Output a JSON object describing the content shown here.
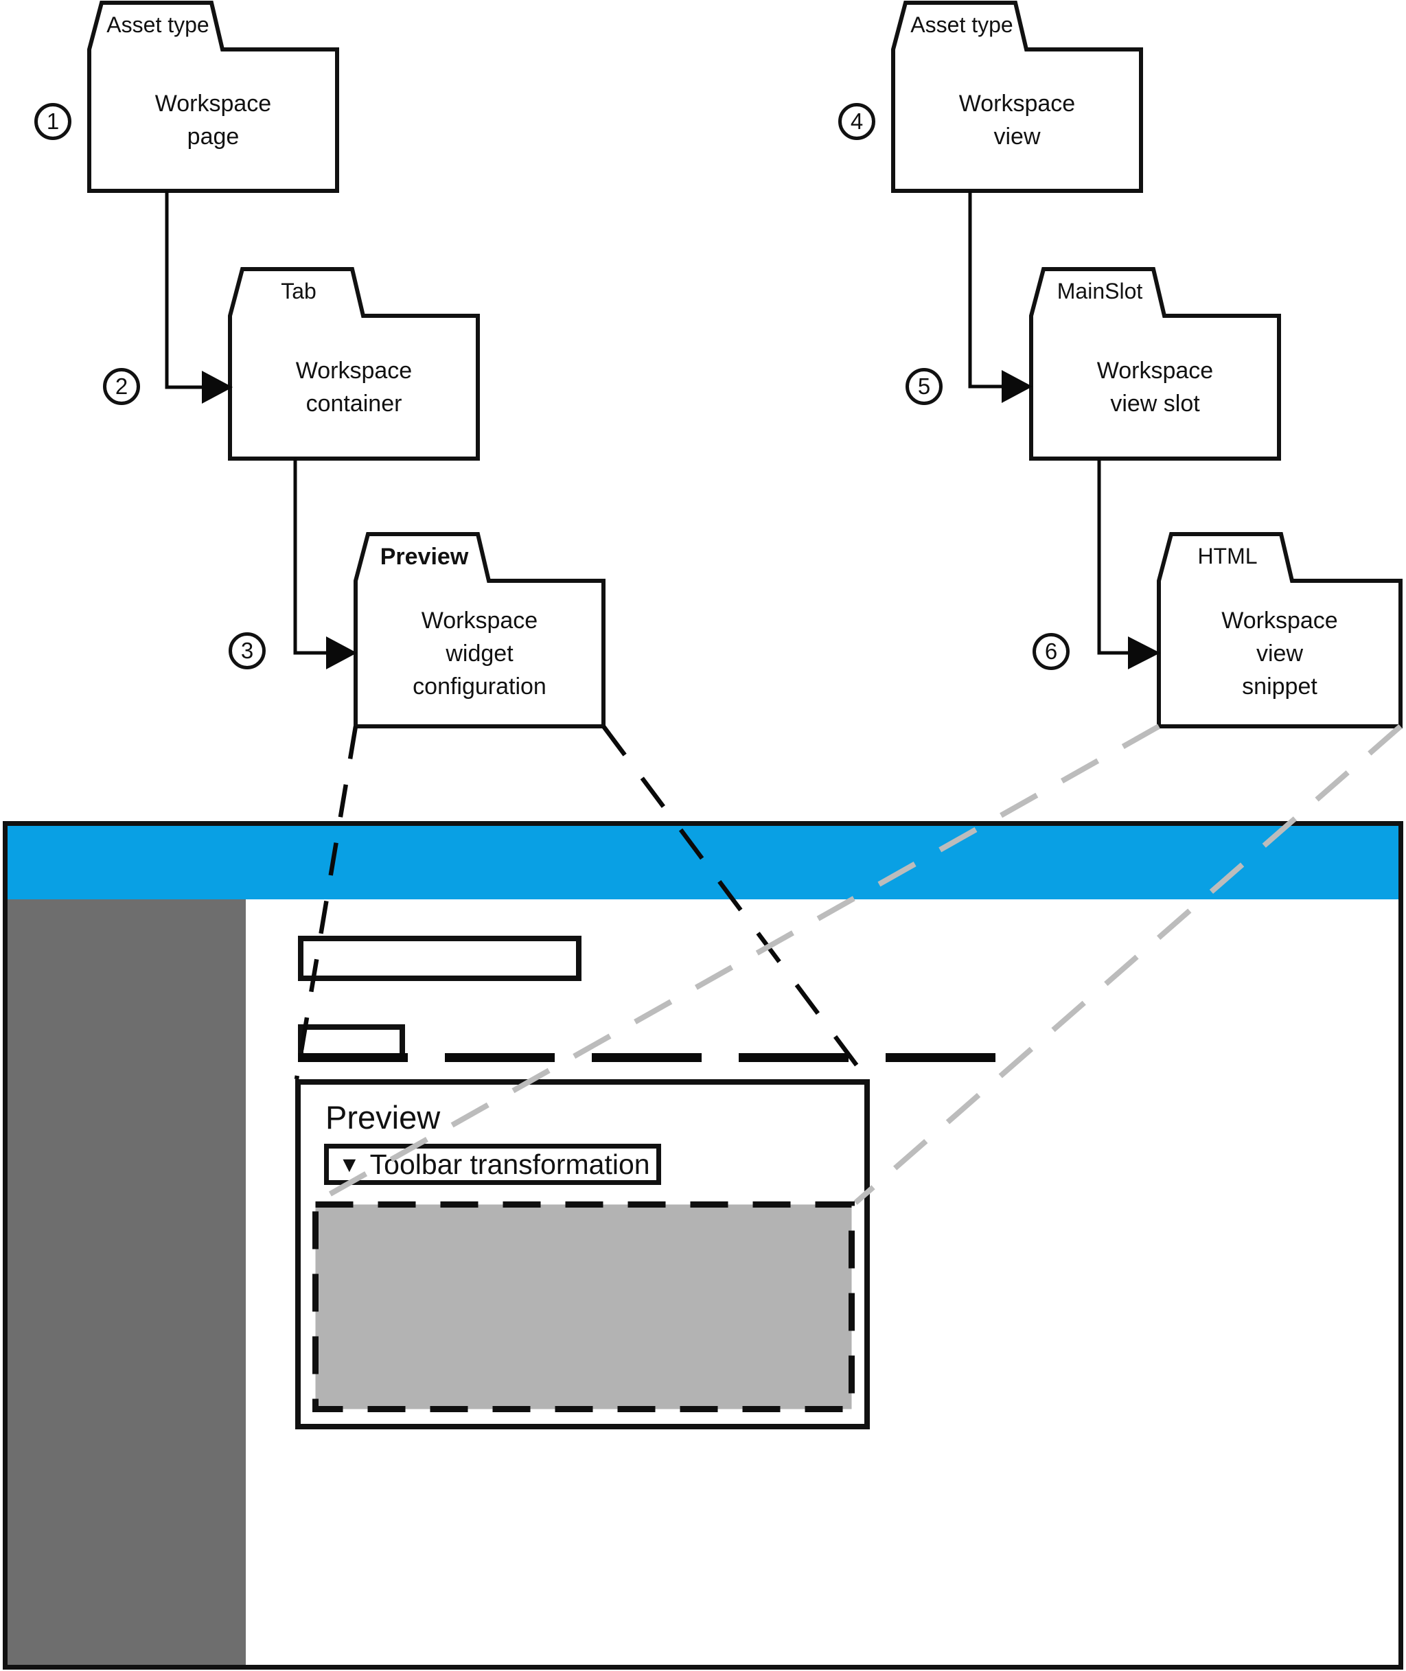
{
  "colors": {
    "accent_blue": "#09a0e4",
    "sidebar_gray": "#6e6e6e",
    "widget_gray": "#b3b3b3",
    "leader_gray": "#bcbcbc",
    "line_black": "#111111"
  },
  "steps": [
    {
      "num": "1",
      "tab_label": "Asset type",
      "body": "Workspace\npage"
    },
    {
      "num": "2",
      "tab_label": "Tab",
      "body": "Workspace\ncontainer"
    },
    {
      "num": "3",
      "tab_label": "Preview",
      "body": "Workspace\nwidget\nconfiguration"
    },
    {
      "num": "4",
      "tab_label": "Asset type",
      "body": "Workspace\nview"
    },
    {
      "num": "5",
      "tab_label": "MainSlot",
      "body": "Workspace\nview slot"
    },
    {
      "num": "6",
      "tab_label": "HTML",
      "body": "Workspace\nview\nsnippet"
    }
  ],
  "mockup": {
    "preview_panel": {
      "title": "Preview"
    },
    "toolbar_dropdown": {
      "caret_icon": "▼",
      "label": "Toolbar transformation"
    }
  }
}
